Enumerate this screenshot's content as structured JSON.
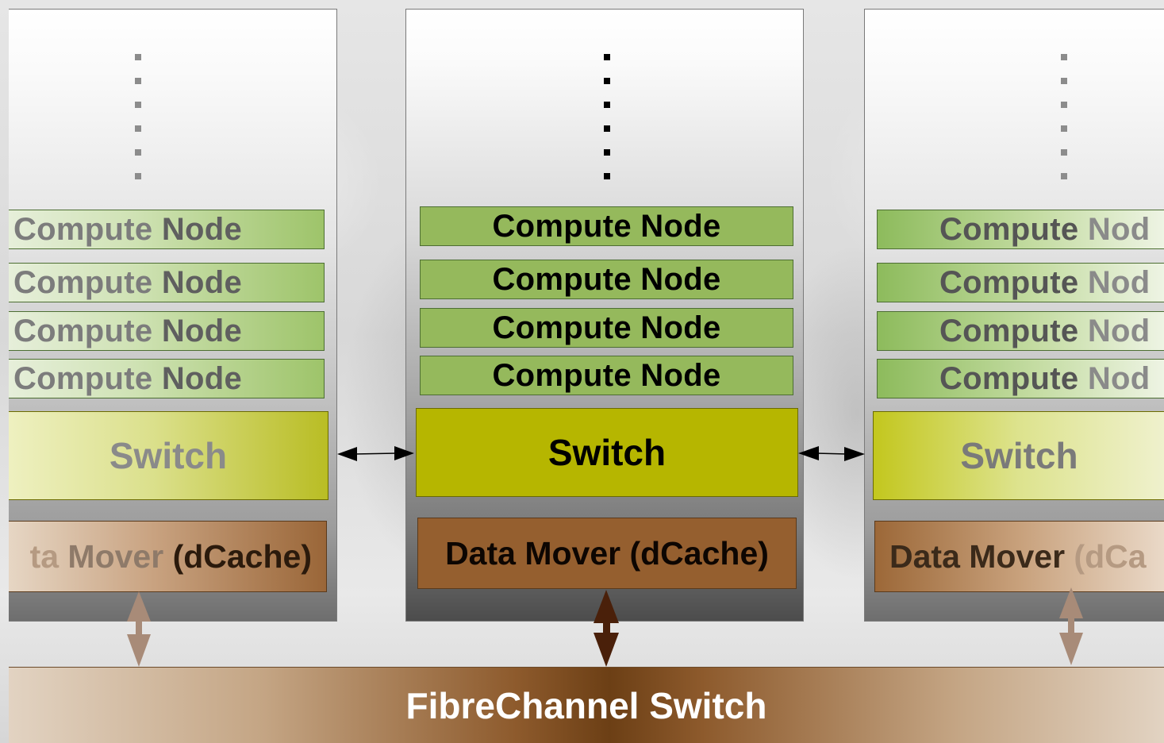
{
  "diagram": {
    "compute_node_label": "Compute Node",
    "switch_label": "Switch",
    "data_mover_label": "Data Mover (dCache)",
    "fibrechannel_label": "FibreChannel Switch",
    "left_data_mover_visible_text": "ta Mover (dCache)",
    "right_compute_node_visible_text": "Compute Nod",
    "right_data_mover_visible_text": "Data Mover (dCa",
    "compute_nodes_per_rack": 4,
    "racks": [
      "left-faded",
      "center-active",
      "right-faded"
    ]
  },
  "colors": {
    "compute_node": "#95b95c",
    "switch": "#b6b600",
    "data_mover": "#955f2f",
    "fibrechannel": "#6c3f15",
    "arrow_active": "#4a200a",
    "arrow_faded": "#a88b78"
  }
}
